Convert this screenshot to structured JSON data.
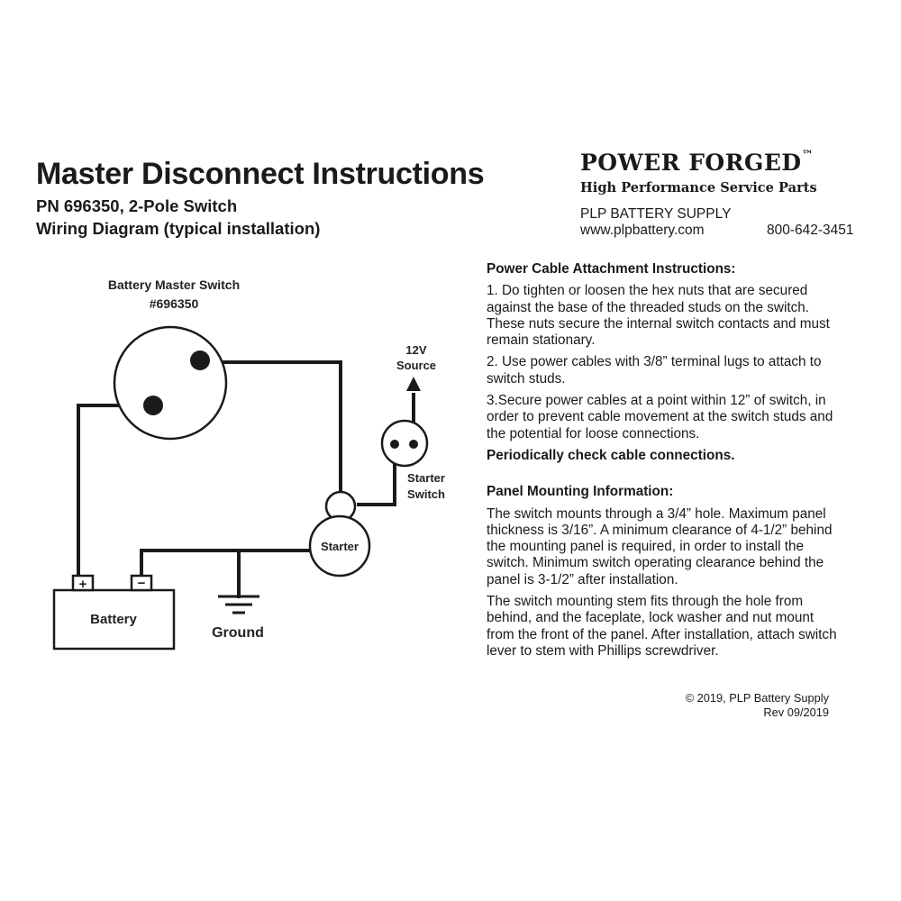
{
  "header": {
    "title": "Master Disconnect Instructions",
    "subtitle_part": "PN 696350, 2-Pole Switch",
    "subtitle_diagram": "Wiring Diagram (typical installation)"
  },
  "brand": {
    "name": "POWER FORGED",
    "trademark": "™",
    "tagline": "High Performance Service Parts",
    "company": "PLP BATTERY SUPPLY",
    "website": "www.plpbattery.com",
    "phone": "800-642-3451"
  },
  "diagram": {
    "switch_label_1": "Battery Master Switch",
    "switch_label_2": "#696350",
    "source_label_1": "12V",
    "source_label_2": "Source",
    "starter_switch_label_1": "Starter",
    "starter_switch_label_2": "Switch",
    "starter_label": "Starter",
    "battery_label": "Battery",
    "ground_label": "Ground",
    "plus_sign": "+",
    "minus_sign": "−"
  },
  "power_cable": {
    "heading": "Power Cable Attachment Instructions:",
    "steps": [
      "1. Do tighten or loosen the hex nuts that are secured against the base of the threaded studs on the switch. These nuts secure the internal switch contacts and must remain stationary.",
      "2. Use power cables with 3/8” terminal lugs to attach to switch studs.",
      "3.Secure power cables at a point within 12” of switch, in order to prevent cable movement at the switch studs and the potential for loose connections."
    ],
    "note": "Periodically check cable connections."
  },
  "panel_mounting": {
    "heading": "Panel Mounting Information:",
    "paragraphs": [
      "The switch mounts through a 3/4” hole. Maximum panel thickness is 3/16”. A minimum clearance of 4-1/2” behind the mounting panel is required, in order to install the switch. Minimum switch operating clearance behind the panel is 3-1/2” after installation.",
      "The switch mounting stem fits through the hole from behind, and the faceplate, lock washer and nut mount from the front of the panel. After installation, attach switch lever to stem with Phillips screwdriver."
    ]
  },
  "footer": {
    "copyright": "© 2019, PLP Battery Supply",
    "revision": "Rev 09/2019"
  }
}
